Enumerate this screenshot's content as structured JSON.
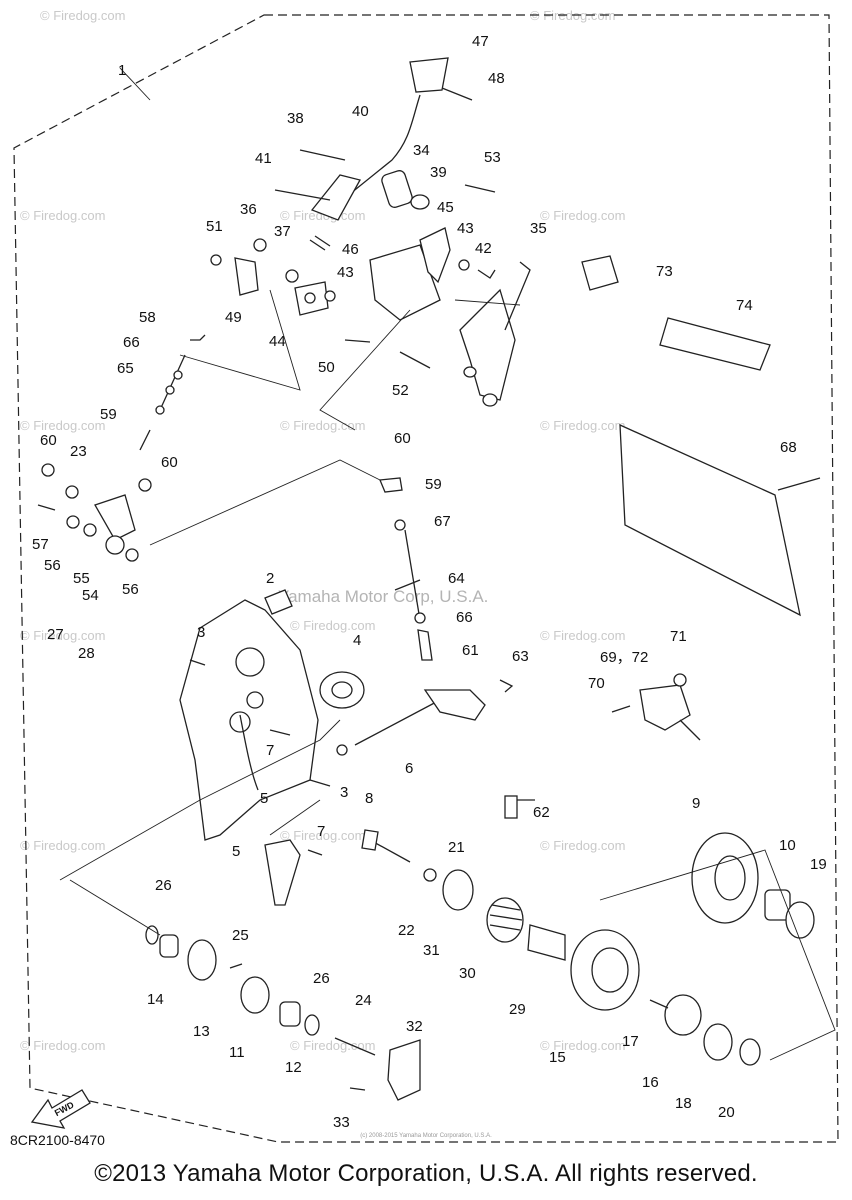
{
  "diagram": {
    "callouts": [
      "1",
      "2",
      "3",
      "3",
      "4",
      "5",
      "5",
      "6",
      "7",
      "7",
      "8",
      "9",
      "10",
      "11",
      "12",
      "13",
      "14",
      "15",
      "16",
      "17",
      "18",
      "19",
      "20",
      "21",
      "22",
      "23",
      "24",
      "25",
      "26",
      "26",
      "27",
      "28",
      "29",
      "30",
      "31",
      "32",
      "33",
      "34",
      "35",
      "36",
      "37",
      "38",
      "39",
      "40",
      "41",
      "42",
      "43",
      "43",
      "44",
      "45",
      "46",
      "47",
      "48",
      "49",
      "50",
      "51",
      "52",
      "53",
      "54",
      "55",
      "56",
      "56",
      "57",
      "58",
      "59",
      "59",
      "60",
      "60",
      "60",
      "61",
      "62",
      "63",
      "64",
      "65",
      "66",
      "66",
      "67",
      "68",
      "69，72",
      "70",
      "71",
      "73",
      "74"
    ],
    "watermark_text": "© Firedog.com",
    "brand_watermark": "Yamaha Motor Corp, U.S.A.",
    "fwd_label": "FWD",
    "diagram_code": "8CR2100-8470",
    "fine_print": "(c) 2008-2015 Yamaha Motor Corporation, U.S.A.",
    "copyright": "©2013 Yamaha Motor Corporation, U.S.A. All rights reserved."
  }
}
